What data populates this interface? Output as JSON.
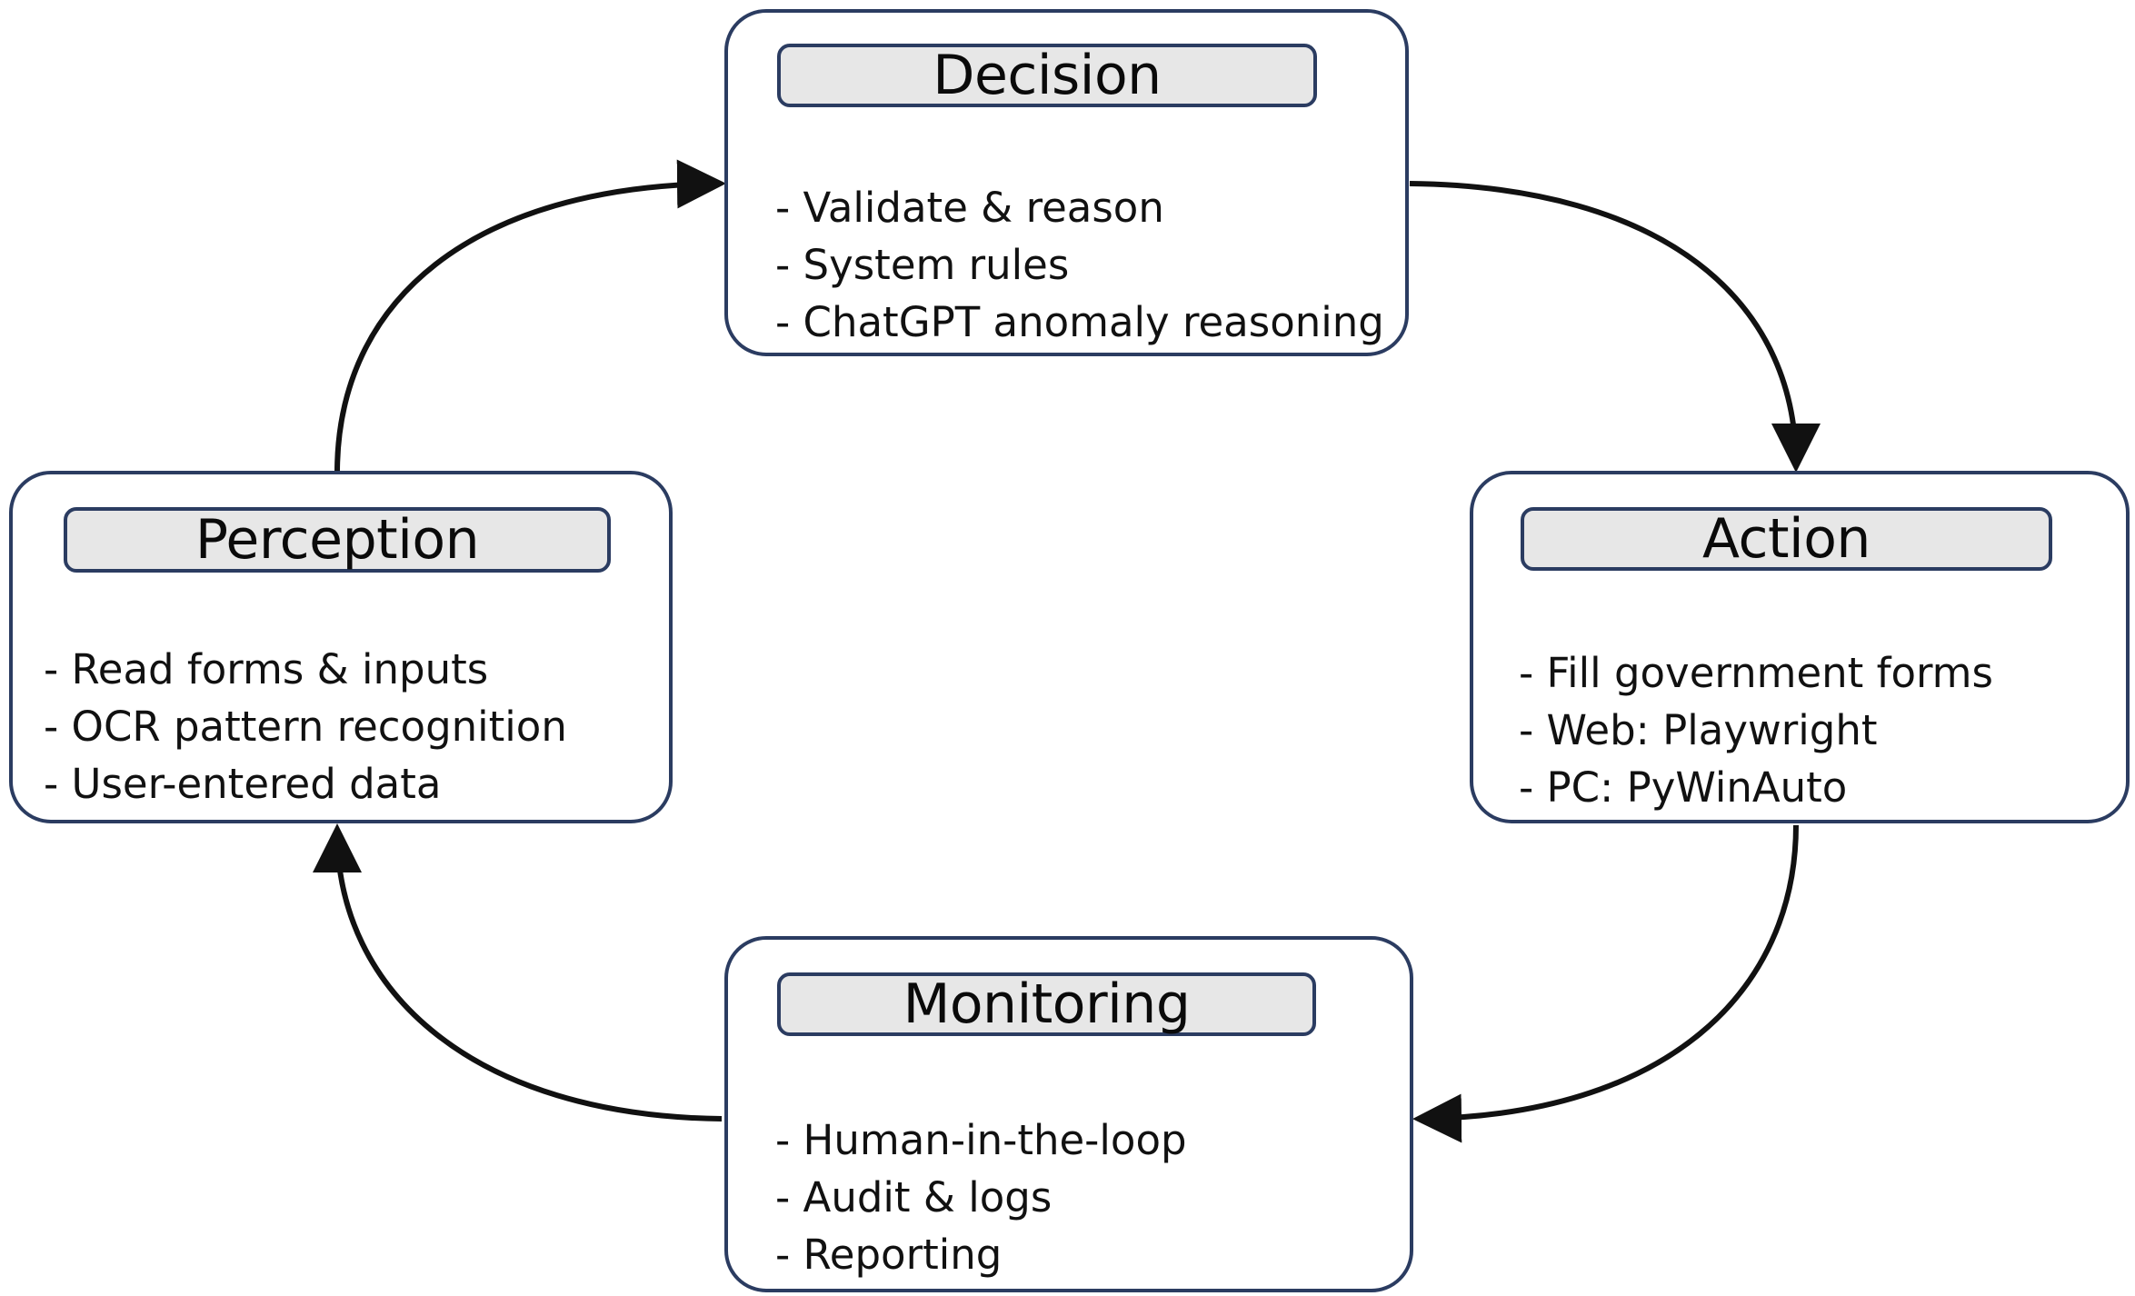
{
  "diagram": {
    "type": "cycle-flow",
    "background_color": "#ffffff",
    "box_border_color": "#2b3c61",
    "title_fill_color": "#e7e7e7",
    "text_color": "#111111",
    "arrow_color": "#111111",
    "nodes": [
      {
        "id": "decision",
        "title": "Decision",
        "bullets": [
          "- Validate & reason",
          "- System rules",
          "- ChatGPT anomaly reasoning"
        ]
      },
      {
        "id": "action",
        "title": "Action",
        "bullets": [
          "- Fill government forms",
          "- Web: Playwright",
          "- PC: PyWinAuto"
        ]
      },
      {
        "id": "monitoring",
        "title": "Monitoring",
        "bullets": [
          "- Human-in-the-loop",
          "- Audit & logs",
          "- Reporting"
        ]
      },
      {
        "id": "perception",
        "title": "Perception",
        "bullets": [
          "- Read forms & inputs",
          "- OCR pattern recognition",
          "- User-entered data"
        ]
      }
    ],
    "edges": [
      {
        "id": "perception-to-decision",
        "from": "perception",
        "to": "decision",
        "label": ""
      },
      {
        "id": "decision-to-action",
        "from": "decision",
        "to": "action",
        "label": ""
      },
      {
        "id": "action-to-monitoring",
        "from": "action",
        "to": "monitoring",
        "label": ""
      },
      {
        "id": "monitoring-to-perception",
        "from": "monitoring",
        "to": "perception",
        "label": ""
      }
    ]
  }
}
